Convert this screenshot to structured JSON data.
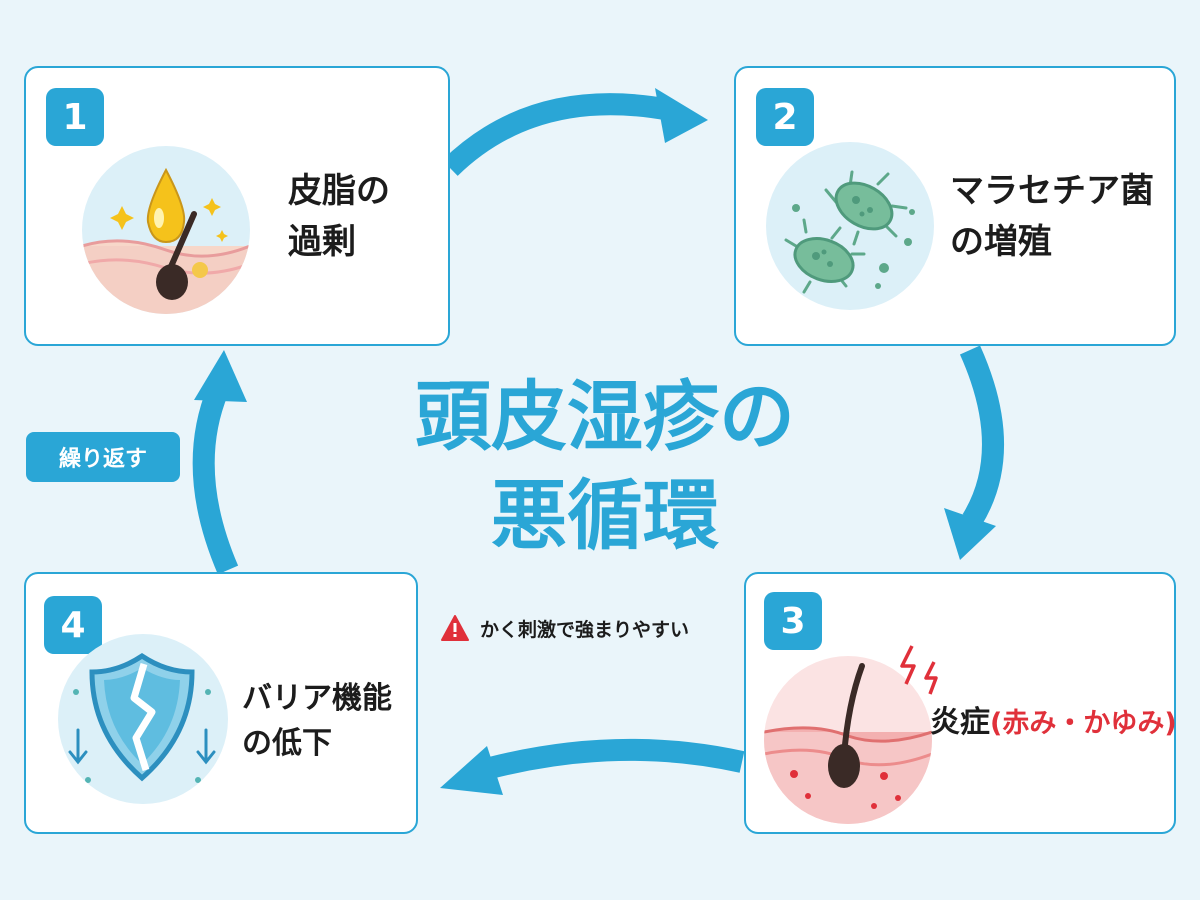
{
  "title": {
    "line1": "頭皮湿疹の",
    "line2": "悪循環"
  },
  "colors": {
    "accent": "#2aa6d6",
    "background": "#eaf5fa",
    "alert": "#e0303a",
    "text": "#1c1c1c"
  },
  "steps": [
    {
      "number": "1",
      "line1": "皮脂の",
      "line2": "過剰",
      "icon": "sebum-droplet-hair-follicle"
    },
    {
      "number": "2",
      "line1": "マラセチア菌",
      "line2": "の増殖",
      "icon": "malassezia-bacteria"
    },
    {
      "number": "3",
      "label": "炎症",
      "sublabel": "(赤み・かゆみ)",
      "icon": "inflamed-scalp-hair"
    },
    {
      "number": "4",
      "line1": "バリア機能",
      "line2": "の低下",
      "icon": "cracked-shield"
    }
  ],
  "repeat_label": "繰り返す",
  "warning": {
    "text": "かく刺激で強まりやすい",
    "icon": "warning-icon"
  }
}
